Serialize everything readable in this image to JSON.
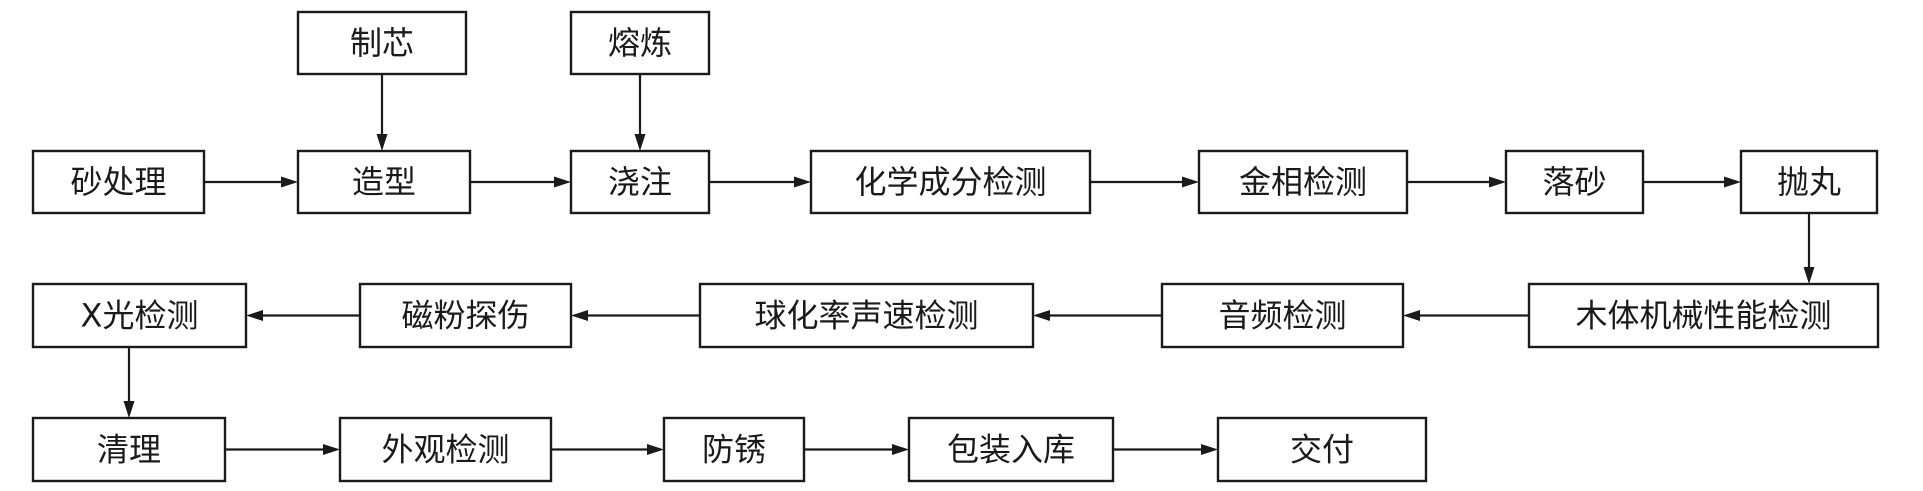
{
  "diagram": {
    "nodes": {
      "zhixin": "制芯",
      "ronglian": "熔炼",
      "shachuli": "砂处理",
      "zaoxing": "造型",
      "jiaozhu": "浇注",
      "huaxue": "化学成分检测",
      "jinxiang": "金相检测",
      "luosha": "落砂",
      "paowan": "抛丸",
      "mutijixie": "木体机械性能检测",
      "yinpin": "音频检测",
      "qiuhualv": "球化率声速检测",
      "cifen": "磁粉探伤",
      "xguang": "X光检测",
      "qingli": "清理",
      "waiguan": "外观检测",
      "fangxiu": "防锈",
      "baozhuang": "包装入库",
      "jiaofu": "交付"
    },
    "edges": [
      [
        "zhixin",
        "zaoxing"
      ],
      [
        "ronglian",
        "jiaozhu"
      ],
      [
        "shachuli",
        "zaoxing"
      ],
      [
        "zaoxing",
        "jiaozhu"
      ],
      [
        "jiaozhu",
        "huaxue"
      ],
      [
        "huaxue",
        "jinxiang"
      ],
      [
        "jinxiang",
        "luosha"
      ],
      [
        "luosha",
        "paowan"
      ],
      [
        "paowan",
        "mutijixie"
      ],
      [
        "mutijixie",
        "yinpin"
      ],
      [
        "yinpin",
        "qiuhualv"
      ],
      [
        "qiuhualv",
        "cifen"
      ],
      [
        "cifen",
        "xguang"
      ],
      [
        "xguang",
        "qingli"
      ],
      [
        "qingli",
        "waiguan"
      ],
      [
        "waiguan",
        "fangxiu"
      ],
      [
        "fangxiu",
        "baozhuang"
      ],
      [
        "baozhuang",
        "jiaofu"
      ]
    ]
  }
}
